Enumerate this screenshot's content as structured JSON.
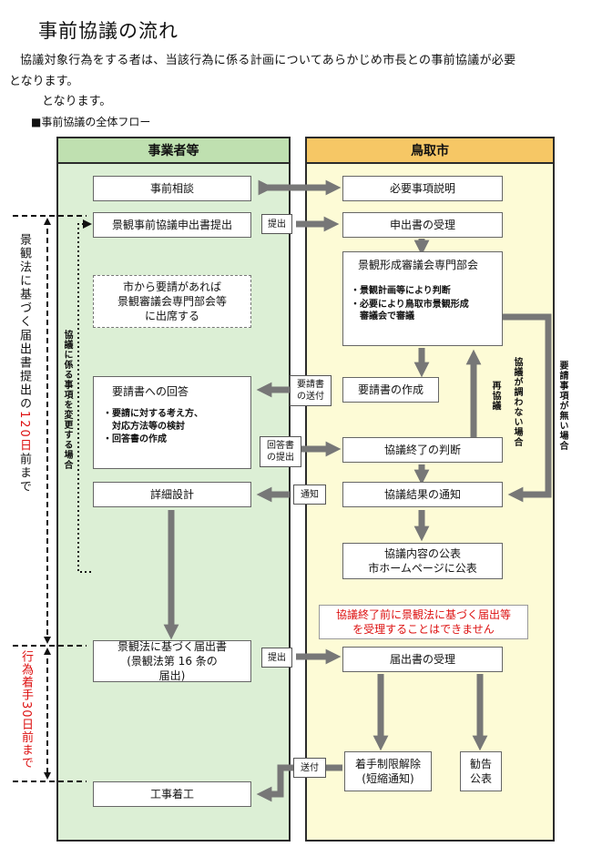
{
  "title": "事前協議の流れ",
  "intro": {
    "line1": "協議対象行為をする者は、当該行為に係る計画についてあらかじめ市長との事前協議が必要",
    "line2": "となります。",
    "line3": "となります。"
  },
  "section_heading": "■事前協議の全体フロー",
  "columns": {
    "left": "事業者等",
    "right": "鳥取市"
  },
  "left_boxes": {
    "consult": "事前相談",
    "submit_app": "景観事前協議申出書提出",
    "attend": "市から要請があれば\n景観審議会専門部会等\nに出席する",
    "answer_title": "要請書への回答",
    "answer_items": [
      "・要請に対する考え方、\n　対応方法等の検討",
      "・回答書の作成"
    ],
    "detail_design": "詳細設計",
    "notification": "景観法に基づく届出書\n(景観法第 16 条の\n届出)",
    "construction": "工事着工"
  },
  "right_boxes": {
    "explanation": "必要事項説明",
    "receipt": "申出書の受理",
    "committee_title": "景観形成審議会専門部会",
    "committee_items": [
      "・景観計画等により判断",
      "・必要により鳥取市景観形成\n　審議会で審議"
    ],
    "request_doc": "要請書の作成",
    "judgement": "協議終了の判断",
    "result_notice": "協議結果の通知",
    "publication": "協議内容の公表\n市ホームページに公表",
    "warning": "協議終了前に景観法に基づく届出等\nを受理することはできません",
    "notify_receipt": "届出書の受理",
    "release": "着手制限解除\n(短縮通知)",
    "advice": "勧告\n公表"
  },
  "flow_labels": {
    "submit1": "提出",
    "send_request": "要請書\nの送付",
    "submit_answer": "回答書\nの提出",
    "notify": "通知",
    "submit2": "提出",
    "send": "送付"
  },
  "side_notes": {
    "change": "協議に係る事項を変更する場合",
    "reconsult": "再協議",
    "not_settled": "協議が調わない場合",
    "no_request": "要請事項が無い場合"
  },
  "deadlines": {
    "a_black": "景観法に基づく届出書提出の",
    "a_red": "120日",
    "a_tail": "前まで",
    "b_red": "行為着手30日前まで"
  }
}
